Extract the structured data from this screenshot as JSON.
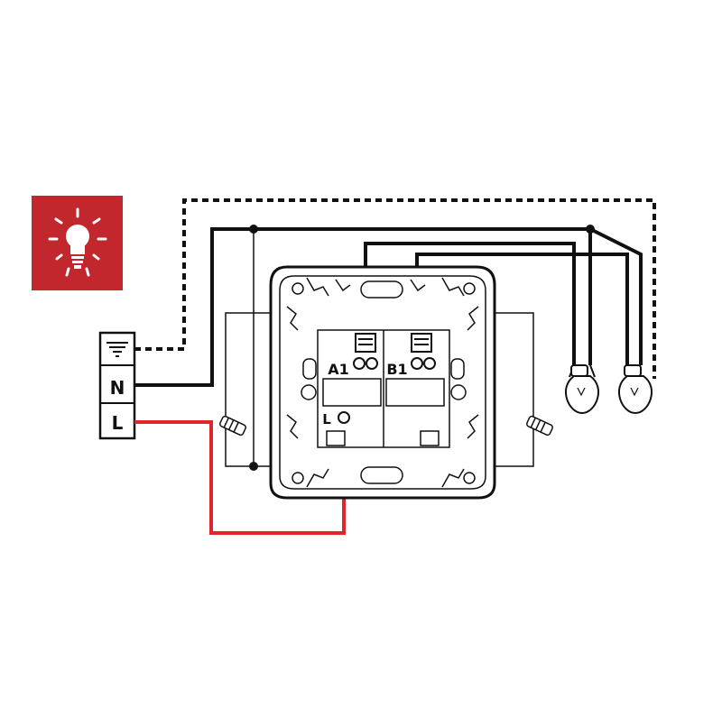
{
  "terminals": {
    "neutral": "N",
    "live": "L",
    "a1": "A1",
    "b1": "B1",
    "switch_live": "L"
  },
  "icons": {
    "badge": "light-bulb-icon",
    "earth": "earth-symbol-icon",
    "lamp": "lamp-bulb-icon",
    "screw": "fixing-screw-icon"
  },
  "colors": {
    "badge_bg": "#c1272d",
    "live_wire": "#e0262b",
    "wire": "#111111",
    "background": "#ffffff"
  }
}
